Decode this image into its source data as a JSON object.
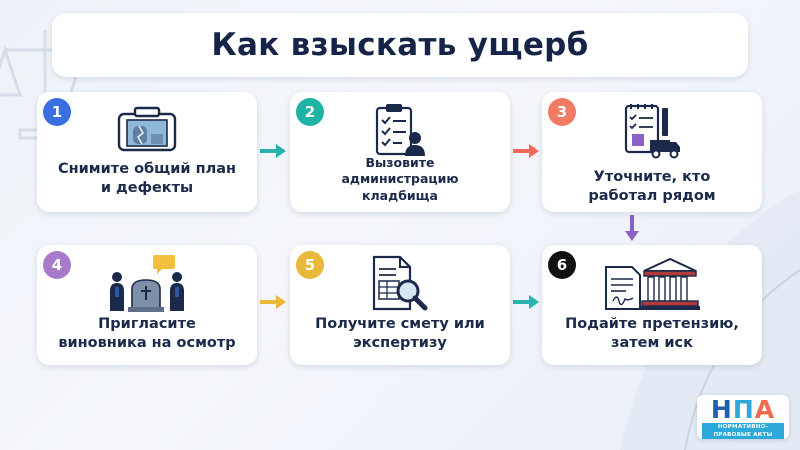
{
  "title": "Как взыскать ущерб",
  "steps": [
    {
      "number": "1",
      "label_line1": "Снимите общий план",
      "label_line2": "и дефекты",
      "badge_color": "#3b6fe0",
      "icon": "camera-icon"
    },
    {
      "number": "2",
      "label_line1": "Вызовите",
      "label_line2": "администрацию",
      "label_line3": "кладбища",
      "badge_color": "#1fb3a6",
      "icon": "clipboard-checklist-icon"
    },
    {
      "number": "3",
      "label_line1": "Уточните, кто",
      "label_line2": "работал рядом",
      "badge_color": "#f07a63",
      "icon": "checklist-truck-icon"
    },
    {
      "number": "4",
      "label_line1": "Пригласите",
      "label_line2": "виновника на осмотр",
      "badge_color": "#a77bc9",
      "icon": "people-gravestone-icon"
    },
    {
      "number": "5",
      "label_line1": "Получите смету или",
      "label_line2": "экспертизу",
      "badge_color": "#e8b93a",
      "icon": "document-magnifier-icon"
    },
    {
      "number": "6",
      "label_line1": "Подайте претензию,",
      "label_line2": "затем иск",
      "badge_color": "#111111",
      "icon": "document-courthouse-icon"
    }
  ],
  "arrows": [
    {
      "from": "1",
      "to": "2",
      "color": "#27b3b0"
    },
    {
      "from": "2",
      "to": "3",
      "color": "#f26b5a"
    },
    {
      "from": "3",
      "to": "6",
      "color": "#8a62c6"
    },
    {
      "from": "4",
      "to": "5",
      "color": "#efb73a"
    },
    {
      "from": "5",
      "to": "6",
      "color": "#27b3b0"
    }
  ],
  "logo": {
    "letters": [
      "Н",
      "П",
      "А"
    ],
    "letter_colors": [
      "#1f5fb5",
      "#2ca9d8",
      "#f26a4d"
    ],
    "tagline": "НОРМАТИВНО-ПРАВОВЫЕ АКТЫ"
  }
}
